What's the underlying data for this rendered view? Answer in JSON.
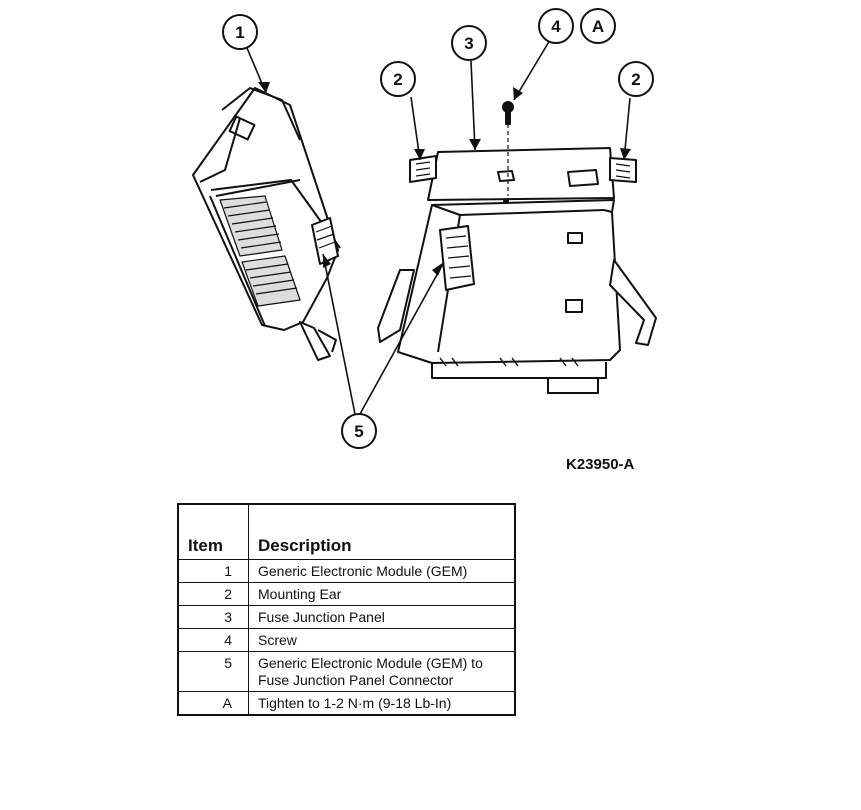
{
  "callouts": {
    "c1": "1",
    "c2a": "2",
    "c2b": "2",
    "c3": "3",
    "c4": "4",
    "cA": "A",
    "c5": "5"
  },
  "figure_id": "K23950-A",
  "legend": {
    "header_item": "Item",
    "header_description": "Description",
    "rows": [
      {
        "item": "1",
        "description": "Generic Electronic Module (GEM)"
      },
      {
        "item": "2",
        "description": "Mounting Ear"
      },
      {
        "item": "3",
        "description": "Fuse Junction Panel"
      },
      {
        "item": "4",
        "description": "Screw"
      },
      {
        "item": "5",
        "description": "Generic Electronic Module (GEM) to Fuse Junction Panel Connector"
      },
      {
        "item": "A",
        "description": "Tighten to 1-2 N·m (9-18 Lb-In)"
      }
    ]
  }
}
